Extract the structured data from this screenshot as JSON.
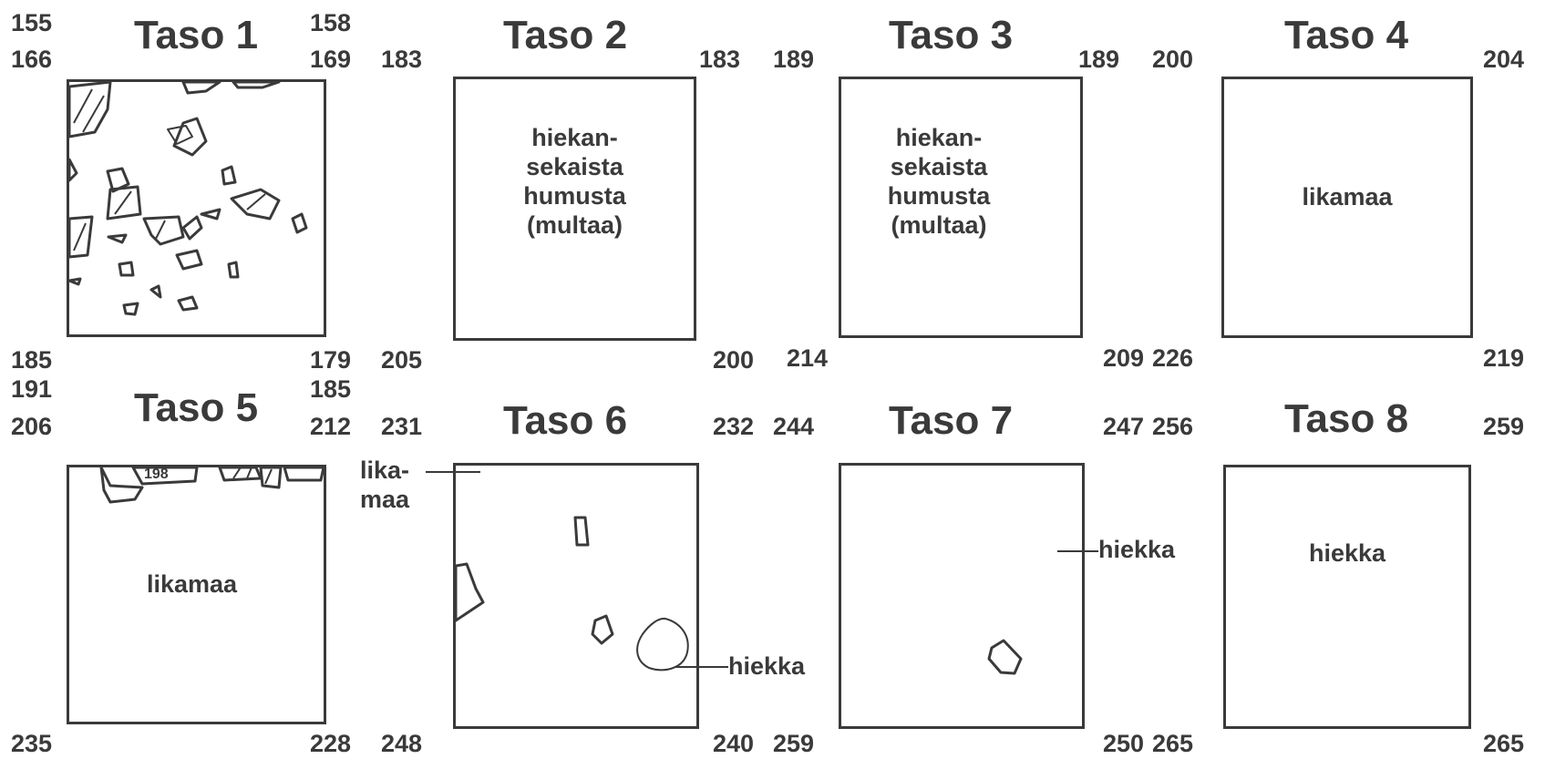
{
  "panels": [
    {
      "title": "Taso 1",
      "tl_top": "155",
      "tl_bottom": "166",
      "tr_top": "158",
      "tr_bottom": "169",
      "bl": "185",
      "br": "179",
      "labels": []
    },
    {
      "title": "Taso 2",
      "tl_bottom": "183",
      "tr_bottom": "183",
      "bl": "205",
      "br": "200",
      "labels": [
        "hiekan-",
        "sekaista",
        "humusta",
        "(multaa)"
      ]
    },
    {
      "title": "Taso 3",
      "tl_bottom": "189",
      "tr_bottom": "189",
      "bl": "214",
      "br": "209",
      "labels": [
        "hiekan-",
        "sekaista",
        "humusta",
        "(multaa)"
      ]
    },
    {
      "title": "Taso 4",
      "tl_bottom": "200",
      "tr_bottom": "204",
      "bl": "226",
      "br": "219",
      "labels": [
        "likamaa"
      ]
    },
    {
      "title": "Taso 5",
      "tl_top": "191",
      "tl_bottom": "206",
      "tr_top": "185",
      "tr_bottom": "212",
      "bl": "235",
      "br": "228",
      "inner_tick": "198",
      "labels": [
        "likamaa"
      ]
    },
    {
      "title": "Taso 6",
      "tl_bottom": "231",
      "tr_bottom": "232",
      "bl": "248",
      "br": "240",
      "ext_labels": [
        "lika-",
        "maa",
        "hiekka"
      ]
    },
    {
      "title": "Taso 7",
      "tl_bottom": "244",
      "tr_bottom": "247",
      "bl": "259",
      "br": "250",
      "ext_labels": [
        "hiekka"
      ]
    },
    {
      "title": "Taso 8",
      "tl_bottom": "256",
      "tr_bottom": "259",
      "bl": "265",
      "br": "265",
      "labels": [
        "hiekka"
      ]
    }
  ],
  "colors": {
    "ink": "#3a3a3a",
    "background": "#ffffff"
  }
}
